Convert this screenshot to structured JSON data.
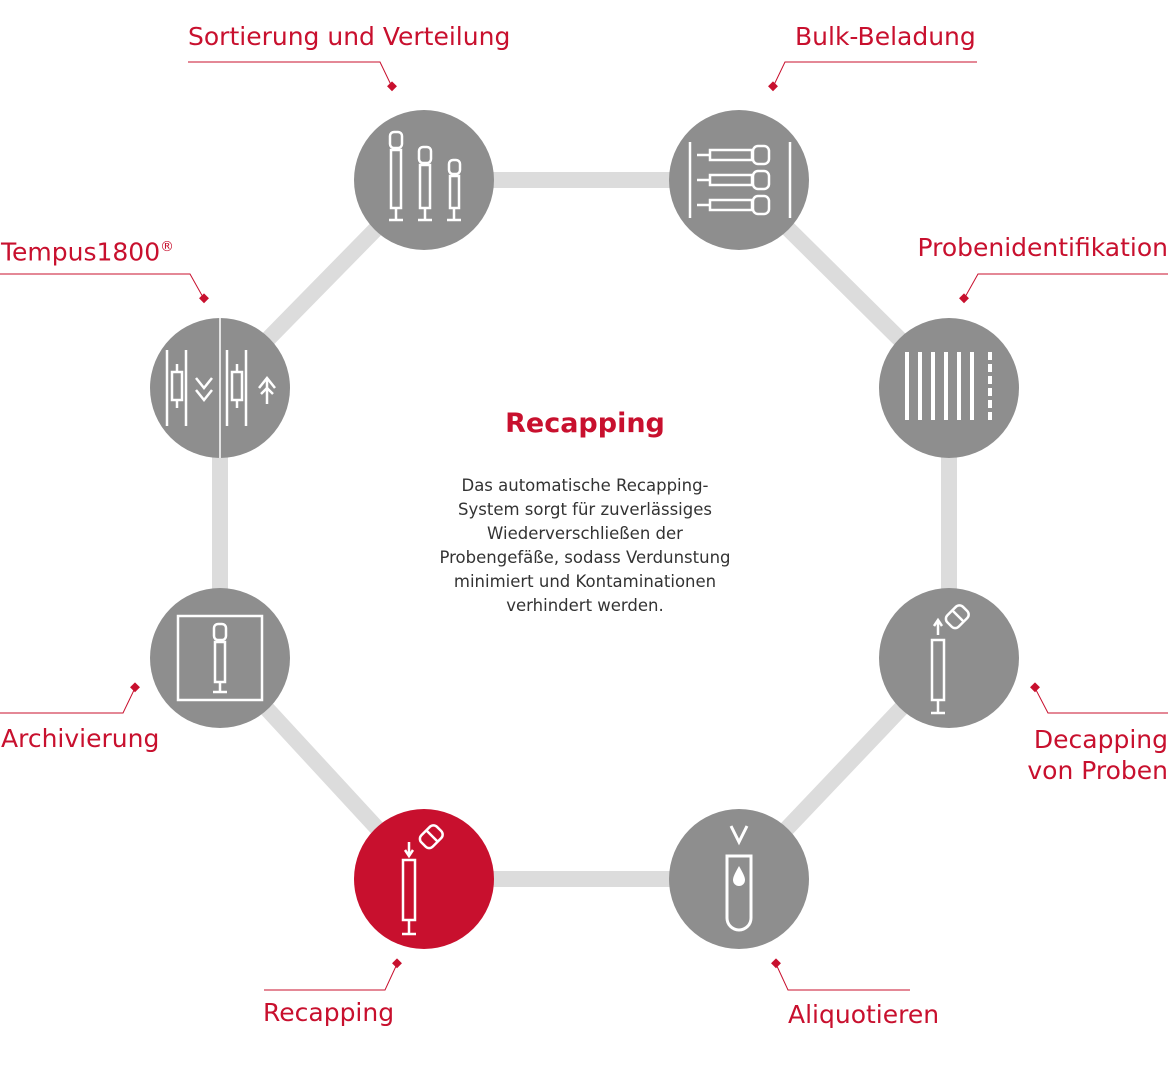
{
  "colors": {
    "accent": "#c8102e",
    "node_gray": "#8e8e8e",
    "ring": "#dcdcdc",
    "text": "#333333"
  },
  "center": {
    "title": "Recapping",
    "description": "Das automatische Recapping-System sorgt für zuverlässiges Wiederverschließen der Probengefäße, sodass Verdunstung minimiert und Kontaminationen verhindert werden."
  },
  "nodes": [
    {
      "id": "sortierung",
      "label": "Sortierung und Verteilung",
      "icon": "three-tubes-sorting-icon",
      "active": false
    },
    {
      "id": "bulk",
      "label": "Bulk-Beladung",
      "icon": "tube-rack-loading-icon",
      "active": false
    },
    {
      "id": "probenid",
      "label": "Probenidentifikation",
      "icon": "barcode-icon",
      "active": false
    },
    {
      "id": "decapping",
      "label_line1": "Decapping",
      "label_line2": "von Proben",
      "icon": "decap-tube-icon",
      "active": false
    },
    {
      "id": "aliquotieren",
      "label": "Aliquotieren",
      "icon": "aliquot-tube-drop-icon",
      "active": false
    },
    {
      "id": "recapping",
      "label": "Recapping",
      "icon": "recap-tube-icon",
      "active": true
    },
    {
      "id": "archivierung",
      "label": "Archivierung",
      "icon": "archive-tube-icon",
      "active": false
    },
    {
      "id": "tempus",
      "label": "Tempus1800",
      "label_sup": "®",
      "icon": "tempus-send-receive-icon",
      "active": false
    }
  ]
}
